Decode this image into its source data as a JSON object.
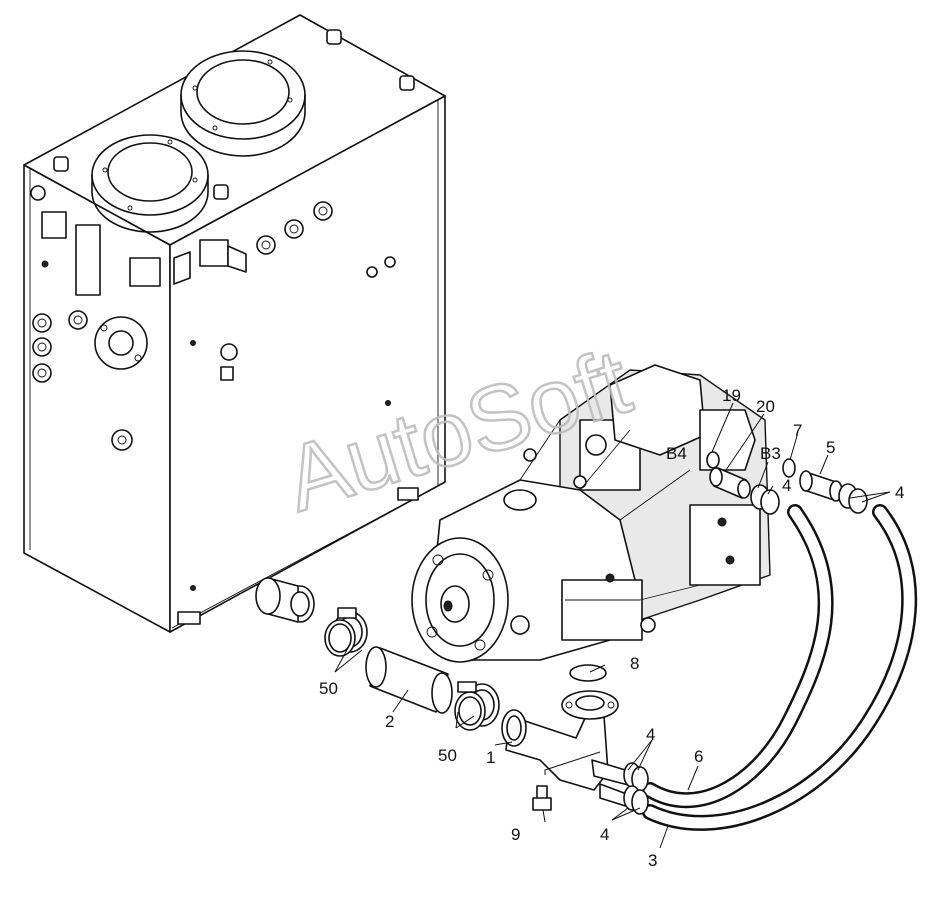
{
  "watermark": "AutoSoft",
  "callouts": [
    {
      "id": "c1",
      "text": "1"
    },
    {
      "id": "c2",
      "text": "2"
    },
    {
      "id": "c3",
      "text": "3"
    },
    {
      "id": "c4a",
      "text": "4"
    },
    {
      "id": "c4b",
      "text": "4"
    },
    {
      "id": "c4c",
      "text": "4"
    },
    {
      "id": "c4d",
      "text": "4"
    },
    {
      "id": "c5",
      "text": "5"
    },
    {
      "id": "c6",
      "text": "6"
    },
    {
      "id": "c7",
      "text": "7"
    },
    {
      "id": "c8",
      "text": "8"
    },
    {
      "id": "c9",
      "text": "9"
    },
    {
      "id": "c19",
      "text": "19"
    },
    {
      "id": "c20",
      "text": "20"
    },
    {
      "id": "cB3",
      "text": "B3"
    },
    {
      "id": "cB4",
      "text": "B4"
    },
    {
      "id": "c50a",
      "text": "50"
    },
    {
      "id": "c50b",
      "text": "50"
    }
  ]
}
